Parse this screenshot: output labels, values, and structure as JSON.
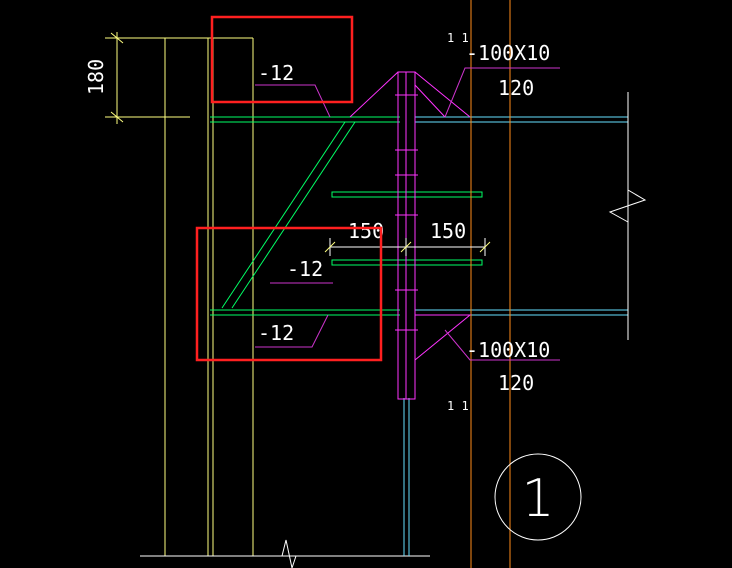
{
  "colors": {
    "background": "#000000",
    "column": "#ffff80",
    "beam": "#00ff66",
    "beam_flange": "#66e0ff",
    "plate": "#ff33ff",
    "axis": "#ff8c1a",
    "text": "#ffffff",
    "highlight": "#ff2020",
    "leader": "#cc33cc"
  },
  "labels": {
    "dim_180": "180",
    "plate_top": "-12",
    "plate_mid": "-12",
    "plate_bottom": "-12",
    "stiffener_top": "-100X10",
    "stiffener_top_len": "120",
    "stiffener_bottom": "-100X10",
    "stiffener_bottom_len": "120",
    "dim_left_150": "150",
    "dim_right_150": "150",
    "section_mark_top": "1 1",
    "section_mark_bottom": "1 1",
    "detail_number": "1"
  }
}
